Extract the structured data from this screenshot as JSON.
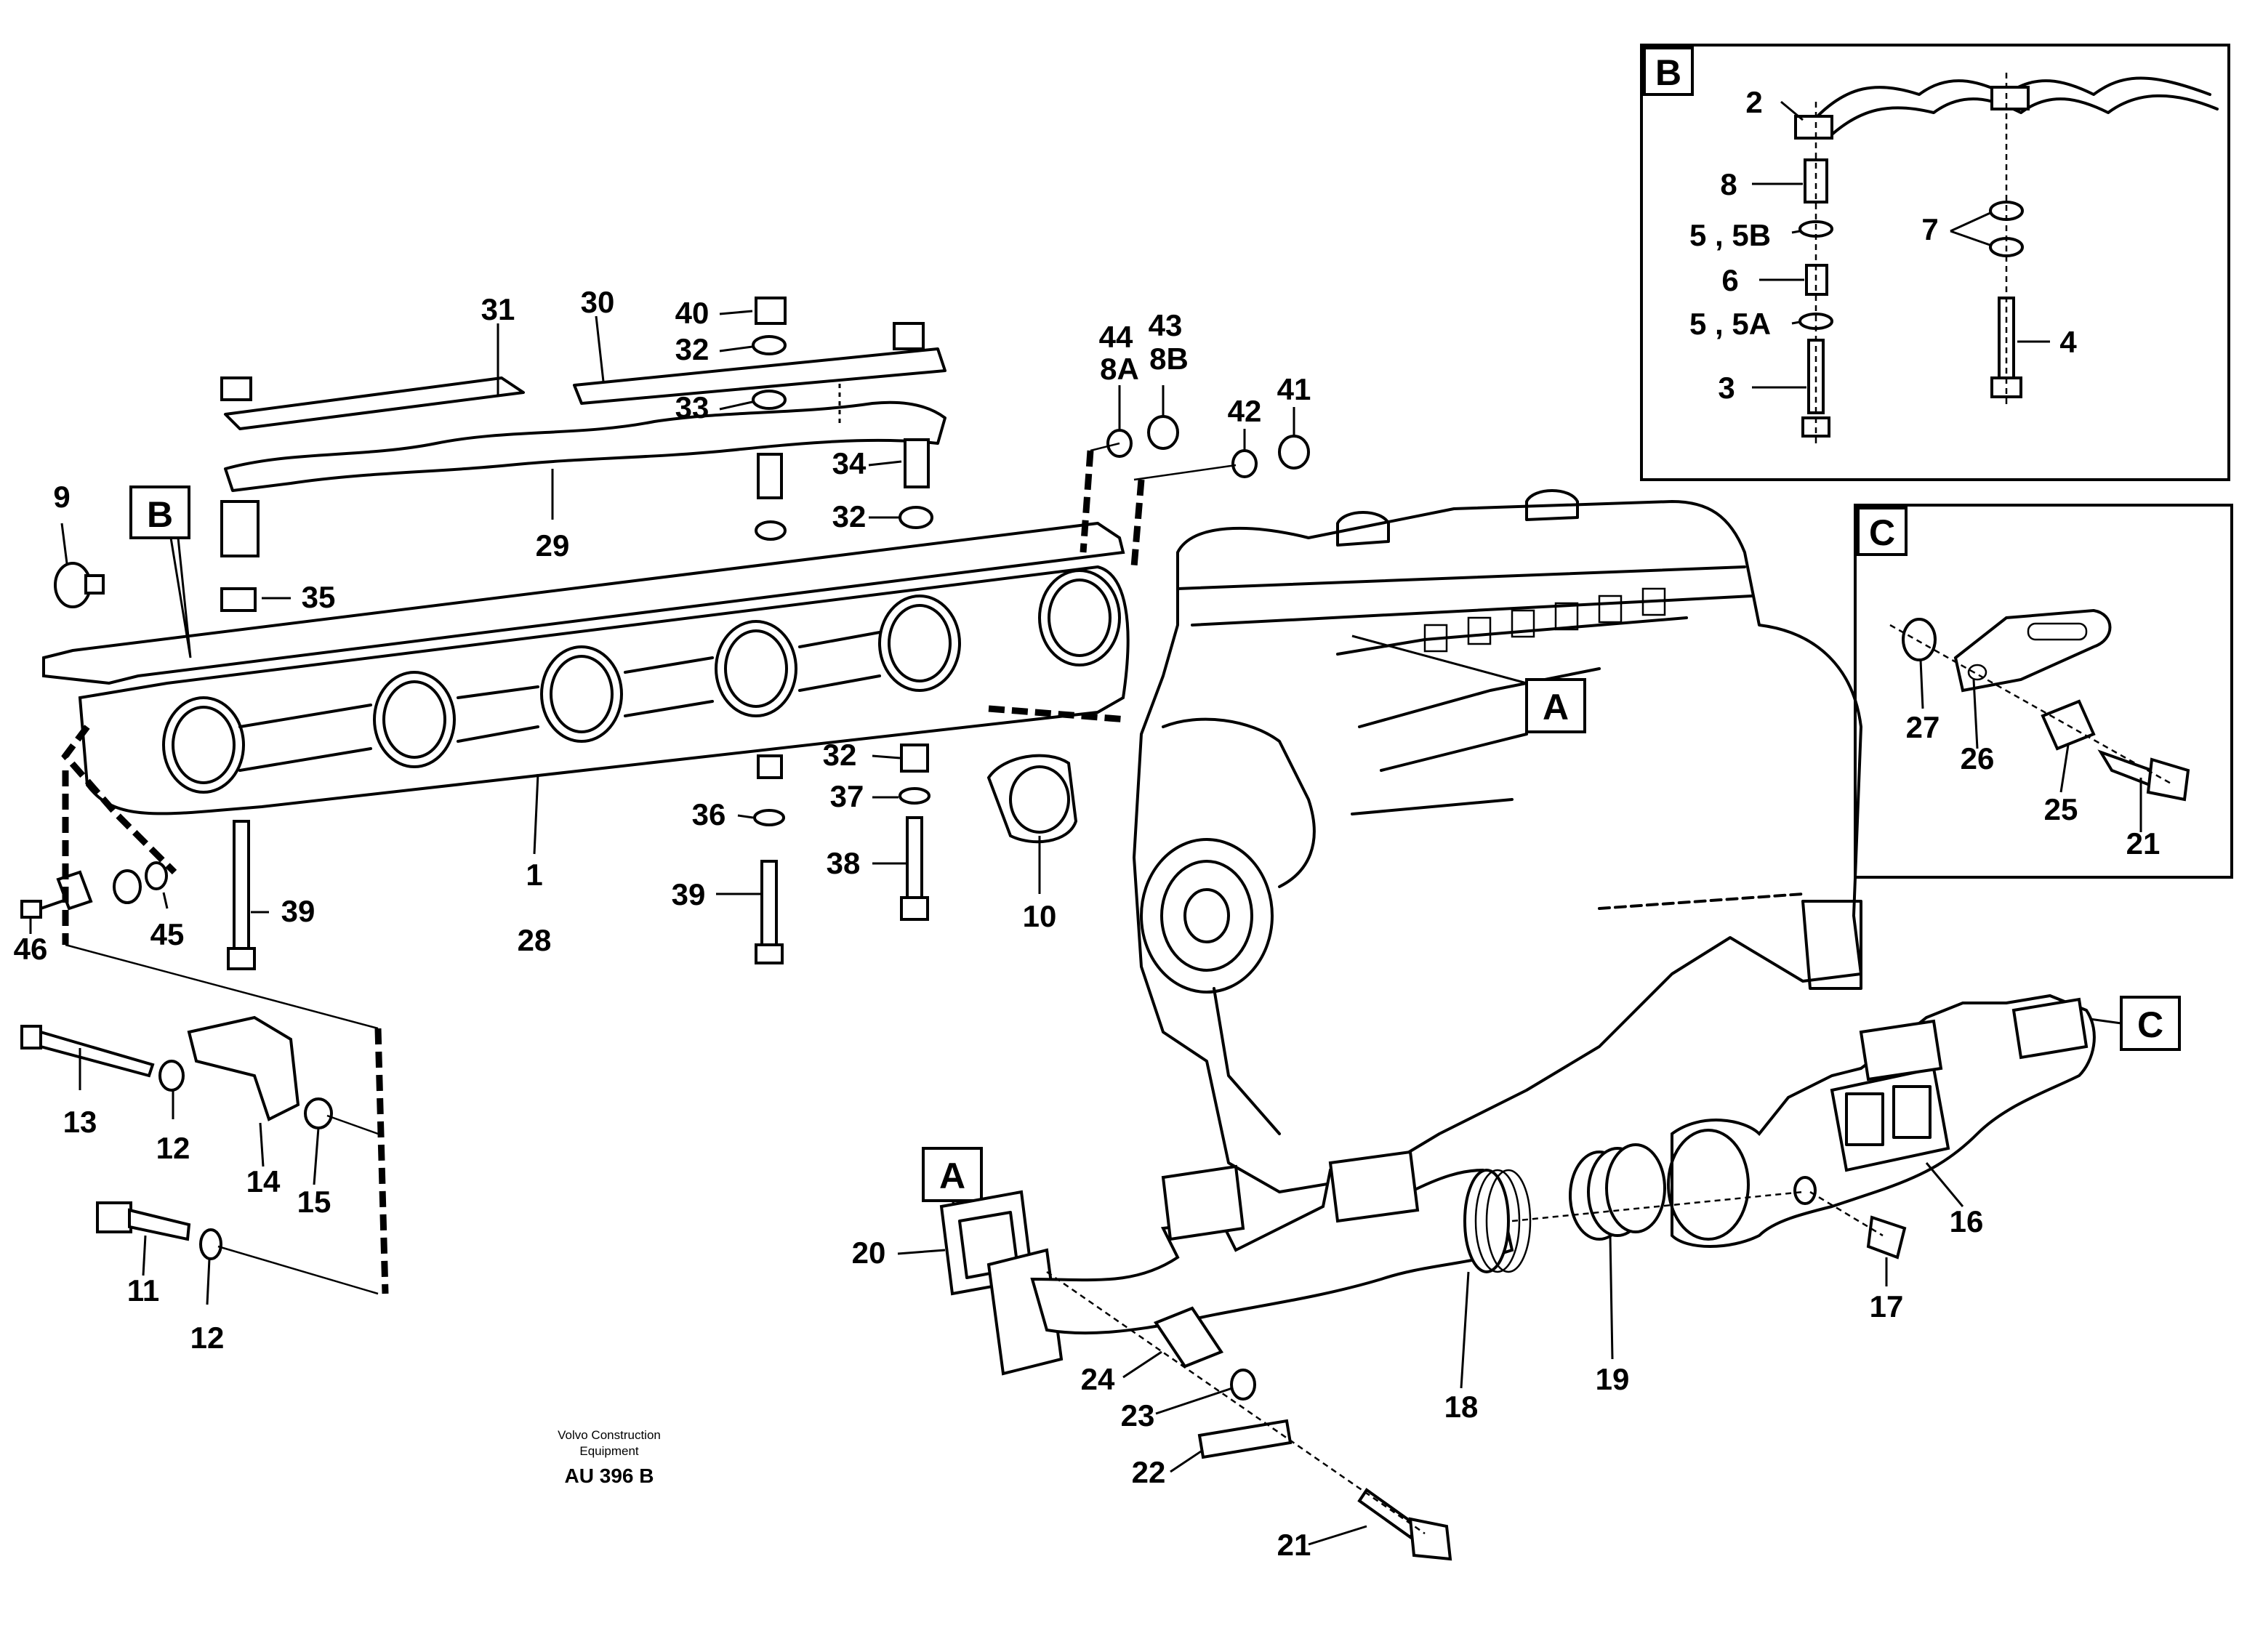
{
  "figure": {
    "credit_line1": "Volvo Construction",
    "credit_line2": "Equipment",
    "drawing_code": "AU 396 B"
  },
  "detail_boxes": [
    "B",
    "C"
  ],
  "view_markers": [
    "B",
    "A",
    "A",
    "C"
  ],
  "callouts": {
    "main": [
      "31",
      "30",
      "40",
      "32",
      "33",
      "29",
      "34",
      "32",
      "9",
      "35",
      "1",
      "28",
      "32",
      "37",
      "36",
      "38",
      "39",
      "39",
      "10",
      "44",
      "8A",
      "43",
      "8B",
      "42",
      "41",
      "46",
      "45",
      "13",
      "12",
      "14",
      "15",
      "11",
      "12"
    ],
    "box_b": [
      "2",
      "8",
      "5 , 5B",
      "6",
      "5 , 5A",
      "3",
      "7",
      "4"
    ],
    "box_c": [
      "27",
      "26",
      "25",
      "21"
    ],
    "lower": [
      "20",
      "24",
      "23",
      "22",
      "21",
      "18",
      "19",
      "17",
      "16"
    ]
  }
}
